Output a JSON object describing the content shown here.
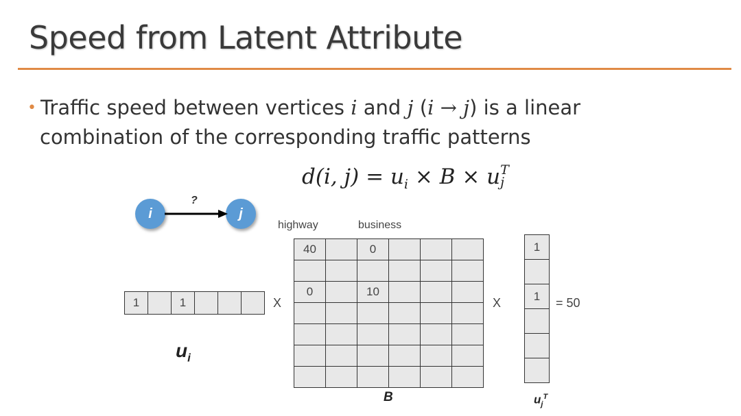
{
  "slide": {
    "title": "Speed from Latent Attribute",
    "bullet": {
      "t1": "Traffic speed between vertices ",
      "i": "i",
      "t2": " and ",
      "j": "j",
      "t3": " (",
      "i2": "i",
      "arrow": " → ",
      "j2": "j",
      "t4": ") is a linear",
      "line2": "combination of the corresponding traffic patterns"
    },
    "formula": {
      "lhs": "d(i, j) = ",
      "u": "u",
      "sub_i": "i",
      "times1": " × ",
      "B": "B",
      "times2": " × ",
      "u2": "u",
      "sub_j": "j",
      "sup_T": "T"
    },
    "colors": {
      "accent": "#e08a45",
      "node": "#5b9bd5"
    }
  },
  "graph": {
    "node_i": "i",
    "node_j": "j",
    "edge_label": "?"
  },
  "labels": {
    "highway": "highway",
    "business": "business",
    "times_a": "X",
    "times_b": "X",
    "equals": "= 50",
    "caption_ui": "u",
    "caption_ui_sub": "i",
    "caption_B": "B",
    "caption_uj": "u",
    "caption_uj_sub": "j",
    "caption_uj_sup": "T"
  },
  "ui_vector": [
    "1",
    "",
    "1",
    "",
    "",
    ""
  ],
  "B_matrix": [
    [
      "40",
      "",
      "0",
      "",
      "",
      ""
    ],
    [
      "",
      "",
      "",
      "",
      "",
      ""
    ],
    [
      "0",
      "",
      "10",
      "",
      "",
      ""
    ],
    [
      "",
      "",
      "",
      "",
      "",
      ""
    ],
    [
      "",
      "",
      "",
      "",
      "",
      ""
    ],
    [
      "",
      "",
      "",
      "",
      "",
      ""
    ],
    [
      "",
      "",
      "",
      "",
      "",
      ""
    ]
  ],
  "uj_vector": [
    "1",
    "",
    "1",
    "",
    "",
    ""
  ]
}
